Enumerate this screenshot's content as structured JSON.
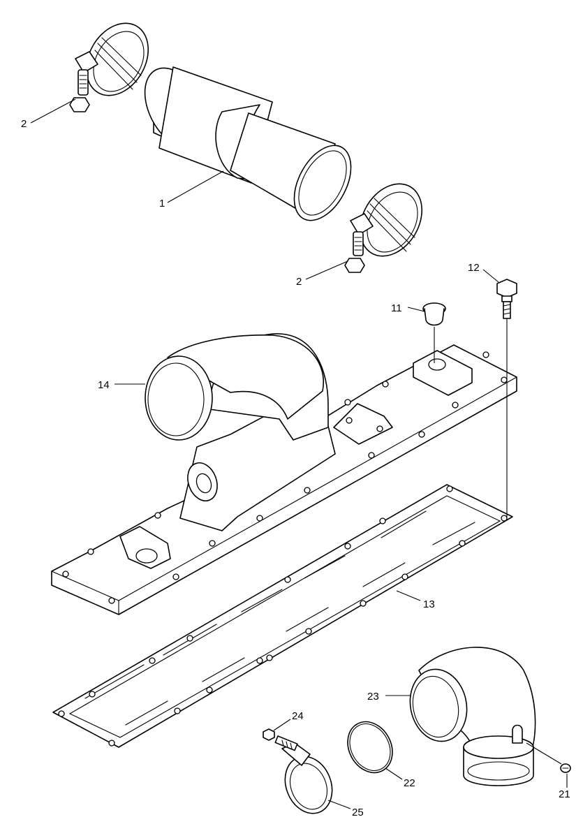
{
  "diagram": {
    "callouts": [
      {
        "id": "c1",
        "label": "1"
      },
      {
        "id": "c2a",
        "label": "2"
      },
      {
        "id": "c2b",
        "label": "2"
      },
      {
        "id": "c11",
        "label": "11"
      },
      {
        "id": "c12",
        "label": "12"
      },
      {
        "id": "c13",
        "label": "13"
      },
      {
        "id": "c14",
        "label": "14"
      },
      {
        "id": "c21",
        "label": "21"
      },
      {
        "id": "c22",
        "label": "22"
      },
      {
        "id": "c23",
        "label": "23"
      },
      {
        "id": "c24",
        "label": "24"
      },
      {
        "id": "c25",
        "label": "25"
      }
    ]
  }
}
